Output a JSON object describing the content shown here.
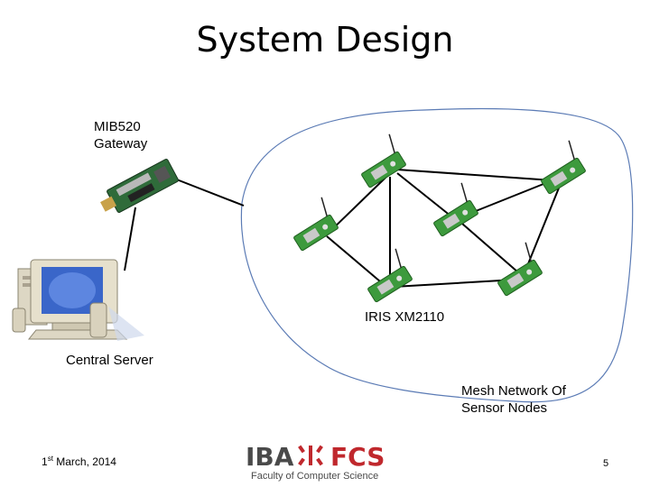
{
  "slide": {
    "title": "System Design",
    "gateway_label_line1": "MIB520",
    "gateway_label_line2": "Gateway",
    "node_label": "IRIS XM2110",
    "server_label": "Central Server",
    "mesh_label_line1": "Mesh Network Of",
    "mesh_label_line2": "Sensor Nodes",
    "date_day": "1",
    "date_suffix": "st",
    "date_rest": " March, 2014",
    "page_number": "5"
  },
  "logo": {
    "left_text": "IBA",
    "right_text": "FCS",
    "subtitle": "Faculty of Computer Science",
    "color_dark": "#4a4a4a",
    "color_red": "#c0282d"
  },
  "colors": {
    "mesh_outline": "#5b7bb5",
    "node_board": "#3d9a3d",
    "gateway_board": "#2f6b3a"
  }
}
